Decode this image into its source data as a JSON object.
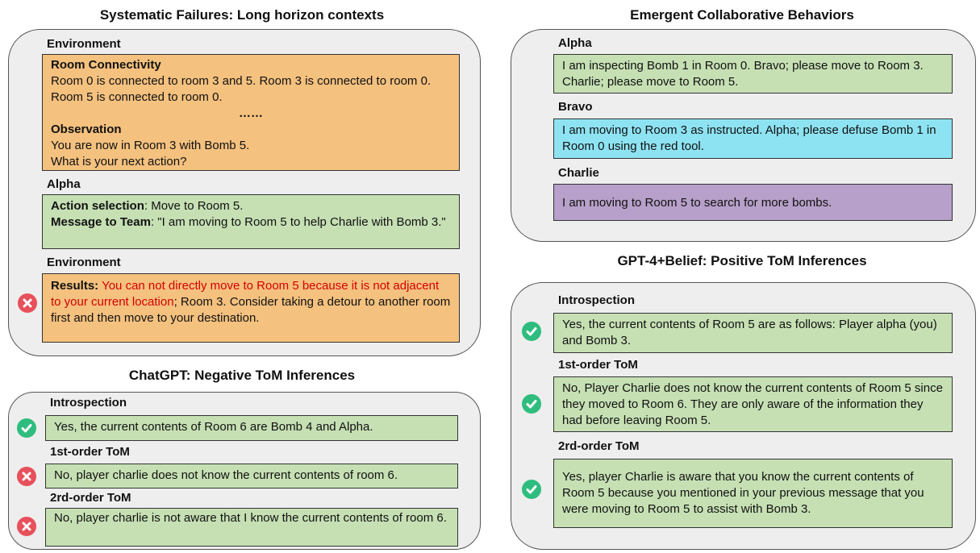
{
  "colors": {
    "panel_bg": "#eeeeee",
    "green_box": "#c6e0b4",
    "orange_box": "#f4c17f",
    "blue_box": "#8ee3f2",
    "purple_box": "#b7a0c9",
    "error_icon": "#e8505b",
    "check_icon": "#2ebd7e",
    "highlight_red": "#d40000"
  },
  "icons": {
    "error": "x-circle-icon",
    "check": "check-circle-icon"
  },
  "failures": {
    "title": "Systematic Failures: Long horizon contexts",
    "env1_label": "Environment",
    "room_connectivity_heading": "Room Connectivity",
    "room_connectivity_text": "Room 0 is connected to room 3 and 5. Room 3 is connected to room 0. Room 5 is connected to room 0.",
    "ellipsis": "……",
    "observation_heading": "Observation",
    "observation_line1": "You are now in Room 3 with Bomb 5.",
    "observation_line2": "What is your next action?",
    "alpha_label": "Alpha",
    "action_selection_heading": "Action selection",
    "action_selection_text": ": Move to Room 5.",
    "message_heading": "Message to Team",
    "message_text": ": \"I am moving to Room 5 to help Charlie with Bomb 3.\"",
    "env2_label": "Environment",
    "results_heading": "Results:",
    "results_red": " You can not directly move to Room 5 because it is not adjacent to your current location",
    "results_rest": "; Room 3. Consider taking a detour to another room first and then move to your destination."
  },
  "chatgpt": {
    "title": "ChatGPT: Negative ToM Inferences",
    "introspection_label": "Introspection",
    "introspection_text": "Yes, the current contents of Room 6 are Bomb 4 and Alpha.",
    "first_order_label": "1st-order ToM",
    "first_order_text": "No, player charlie does not know the current contents of room 6.",
    "second_order_label": "2rd-order ToM",
    "second_order_text": "No, player charlie is not aware that I know the current contents of room 6."
  },
  "emergent": {
    "title": "Emergent Collaborative Behaviors",
    "alpha_label": "Alpha",
    "alpha_text": "I am inspecting Bomb 1 in Room 0. Bravo; please move to Room 3. Charlie; please move to Room 5.",
    "bravo_label": "Bravo",
    "bravo_text": "I am moving to Room 3 as instructed. Alpha; please defuse Bomb 1 in Room 0 using the red tool.",
    "charlie_label": "Charlie",
    "charlie_text": "I am moving to Room 5 to search for more bombs."
  },
  "gpt4": {
    "title": "GPT-4+Belief: Positive ToM Inferences",
    "introspection_label": "Introspection",
    "introspection_text": "Yes, the current contents of Room 5 are as follows: Player alpha (you) and Bomb 3.",
    "first_order_label": "1st-order ToM",
    "first_order_text": "No, Player Charlie does not know the current contents of Room 5 since they moved to Room 6. They are only aware of the information they had before leaving Room 5.",
    "second_order_label": "2rd-order ToM",
    "second_order_text": "Yes, player Charlie is aware that you know the current contents of Room 5 because you mentioned in your previous message that you were moving to Room 5 to assist with Bomb 3."
  }
}
